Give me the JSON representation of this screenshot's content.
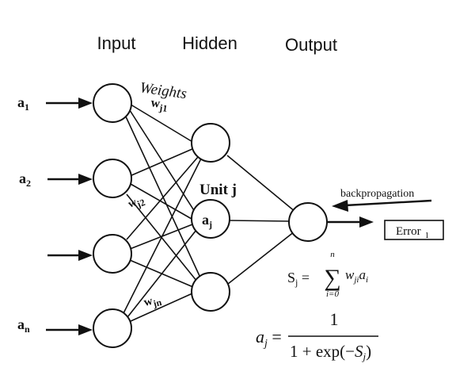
{
  "layers": {
    "input": "Input",
    "hidden": "Hidden",
    "output": "Output"
  },
  "labels": {
    "weights": "Weights",
    "w_j1": "wj1",
    "w_j2": "wj2",
    "w_jn": "wjn",
    "unit_j": "Unit j",
    "node_aj": "aj",
    "a1": "a1",
    "a2": "a2",
    "an": "an",
    "backpropagation": "backpropagation",
    "error": "Error 1"
  },
  "formulas": {
    "sum": "Sj = Σ(i=0..n) wji ai",
    "sigmoid": "aj = 1 / (1 + exp(−Sj))"
  },
  "colors": {
    "ink": "#111111",
    "background": "#ffffff"
  }
}
